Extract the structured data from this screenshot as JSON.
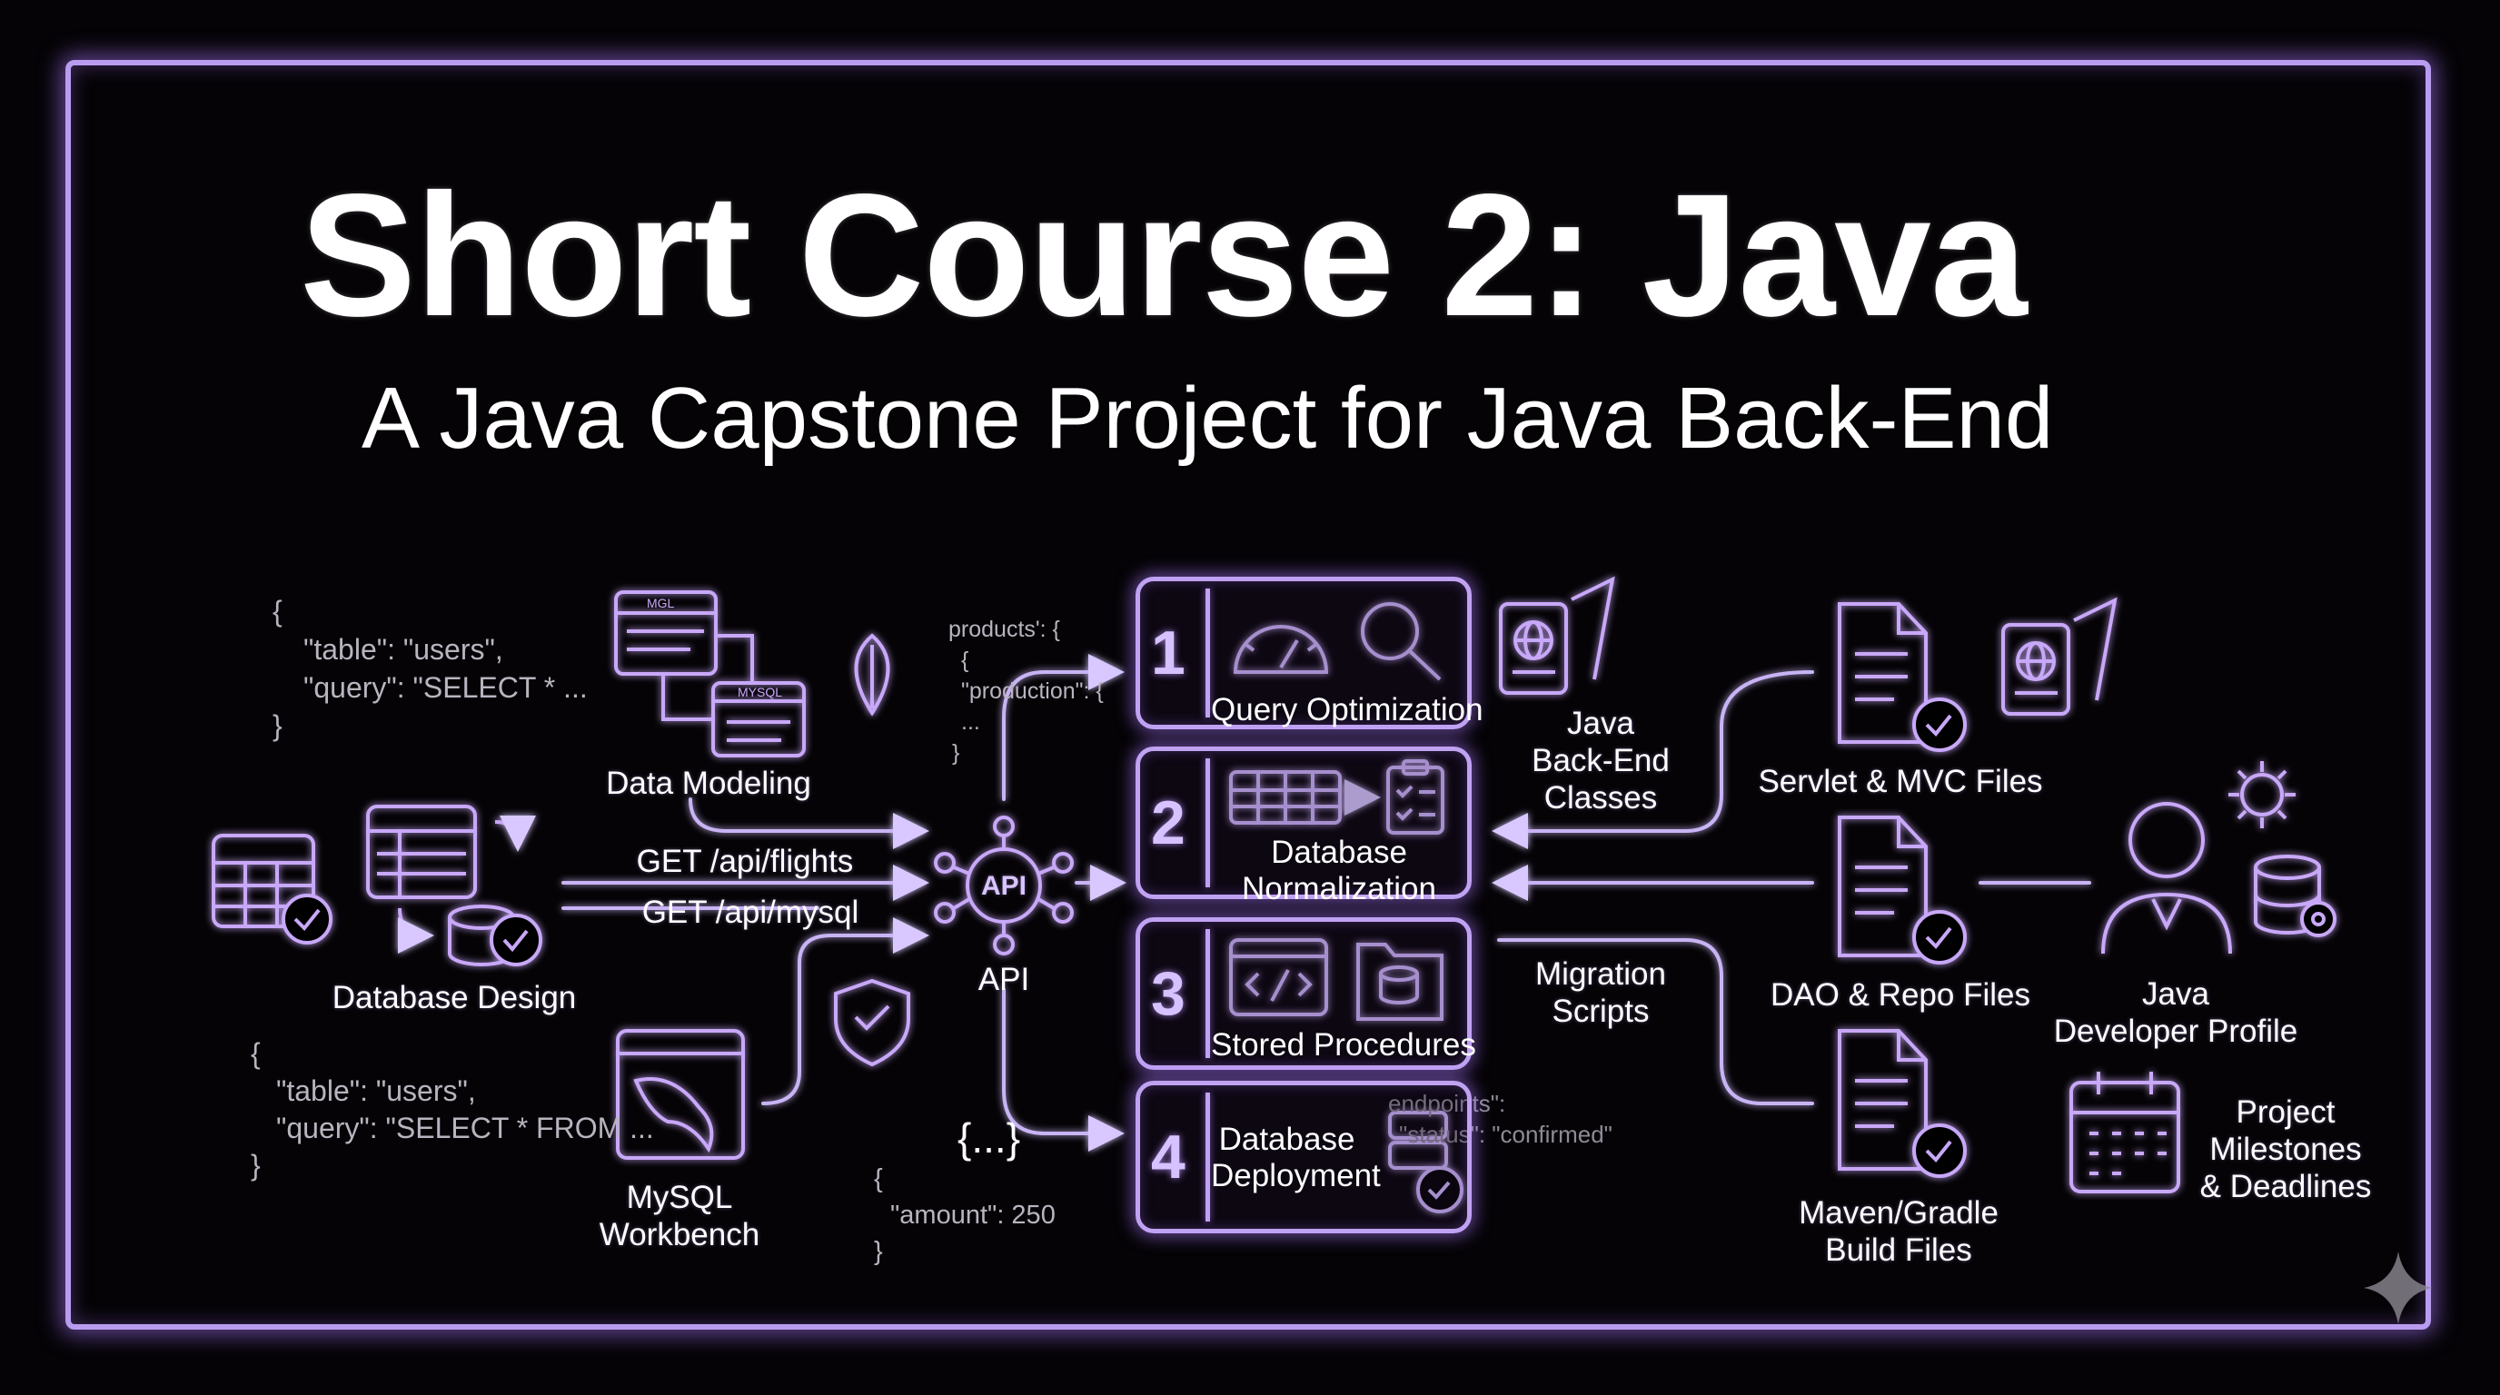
{
  "title": "Short Course 2: Java",
  "subtitle": "A Java Capstone Project for Java Back-End",
  "colors": {
    "background": "#050306",
    "accent": "#b99cf0",
    "text": "#ffffff",
    "code": "#b9b4bf"
  },
  "left": {
    "code_top": {
      "l1": "{",
      "l2": "\"table\": \"users\",",
      "l3": "\"query\": \"SELECT * ...",
      "l4": "}"
    },
    "code_bottom": {
      "l1": "{",
      "l2": "\"table\": \"users\",",
      "l3": "\"query\": \"SELECT * FROM ...",
      "l4": "}"
    },
    "data_modeling": "Data Modeling",
    "database_design": "Database Design",
    "mysql_workbench": {
      "l1": "MySQL",
      "l2": "Workbench"
    },
    "modeling_icon_text": {
      "a": "MGL",
      "b": "MYSQL"
    }
  },
  "center": {
    "get_flights": "GET /api/flights",
    "get_mysql": "GET /api/mysql",
    "api_icon_text": "API",
    "api_label": "API",
    "code_products": {
      "l1": "products': {",
      "l2": "{",
      "l3": "\"production\": {",
      "l4": "...",
      "l5": "}"
    },
    "braces": "{...}",
    "code_amount": {
      "l1": "{",
      "l2": "\"amount\": 250",
      "l3": "}"
    },
    "code_confirmed": {
      "l1": "endpoints\":",
      "l2": "\"status\": \"confirmed\""
    }
  },
  "steps": [
    {
      "num": "1",
      "label1": "Query Optimization",
      "label2": ""
    },
    {
      "num": "2",
      "label1": "Database",
      "label2": "Normalization"
    },
    {
      "num": "3",
      "label1": "Stored Procedures",
      "label2": ""
    },
    {
      "num": "4",
      "label1": "Database",
      "label2": "Deployment"
    }
  ],
  "mid_right": {
    "java_backend": {
      "l1": "Java",
      "l2": "Back-End",
      "l3": "Classes"
    },
    "migration": {
      "l1": "Migration",
      "l2": "Scripts"
    }
  },
  "right": {
    "servlet": "Servlet & MVC Files",
    "dao": "DAO & Repo Files",
    "maven": {
      "l1": "Maven/Gradle",
      "l2": "Build Files"
    },
    "developer": {
      "l1": "Java",
      "l2": "Developer Profile"
    },
    "milestones": {
      "l1": "Project",
      "l2": "Milestones",
      "l3": "& Deadlines"
    }
  }
}
